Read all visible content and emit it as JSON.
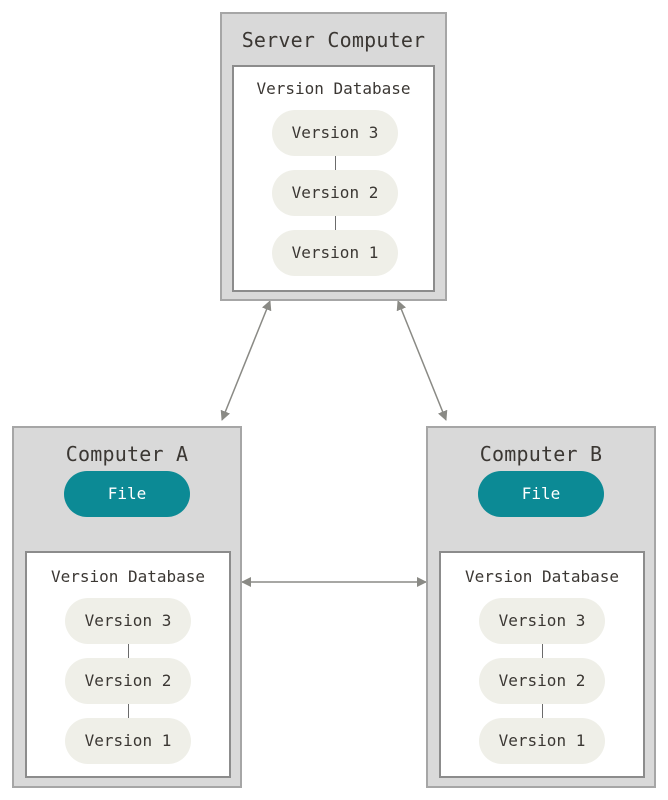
{
  "server": {
    "title": "Server Computer",
    "database": {
      "title": "Version Database",
      "versions": [
        "Version 3",
        "Version 2",
        "Version 1"
      ]
    }
  },
  "computer_a": {
    "title": "Computer A",
    "file": "File",
    "database": {
      "title": "Version Database",
      "versions": [
        "Version 3",
        "Version 2",
        "Version 1"
      ]
    }
  },
  "computer_b": {
    "title": "Computer B",
    "file": "File",
    "database": {
      "title": "Version Database",
      "versions": [
        "Version 3",
        "Version 2",
        "Version 1"
      ]
    }
  },
  "colors": {
    "computer_bg": "#d9d9d9",
    "version_bg": "#efefe8",
    "file_bg": "#0c8a95",
    "arrow": "#8a8a85"
  }
}
